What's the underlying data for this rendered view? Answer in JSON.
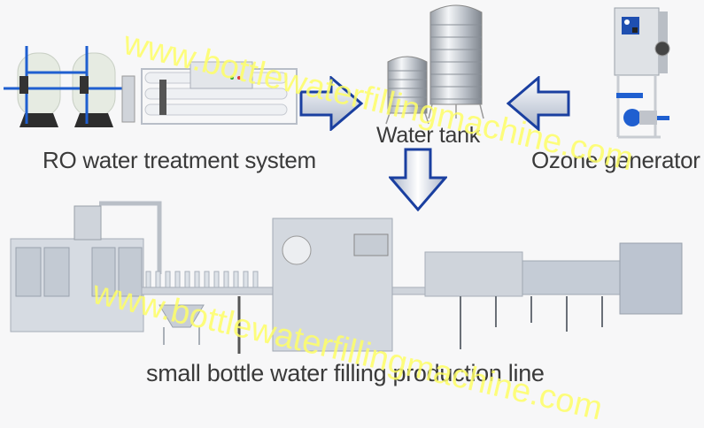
{
  "nodes": {
    "ro_system": {
      "label": "RO water treatment system"
    },
    "water_tank": {
      "label": "Water tank"
    },
    "ozone_generator": {
      "label": "Ozone generator"
    },
    "production_line": {
      "label": "small bottle water filling production line"
    }
  },
  "edges": [
    {
      "from": "ro_system",
      "to": "water_tank",
      "direction": "right"
    },
    {
      "from": "ozone_generator",
      "to": "water_tank",
      "direction": "left"
    },
    {
      "from": "water_tank",
      "to": "production_line",
      "direction": "down"
    }
  ],
  "watermark": {
    "text": "www.bottlewaterfillingmachine.com",
    "color": "#ffff66"
  },
  "colors": {
    "arrow_outline": "#1a3fa0",
    "arrow_fill_light": "#ffffff",
    "arrow_fill_dark": "#a9b4c8",
    "pipe_blue": "#1f5fd0",
    "steel": "#c9ced6",
    "text": "#3a3a3a"
  }
}
